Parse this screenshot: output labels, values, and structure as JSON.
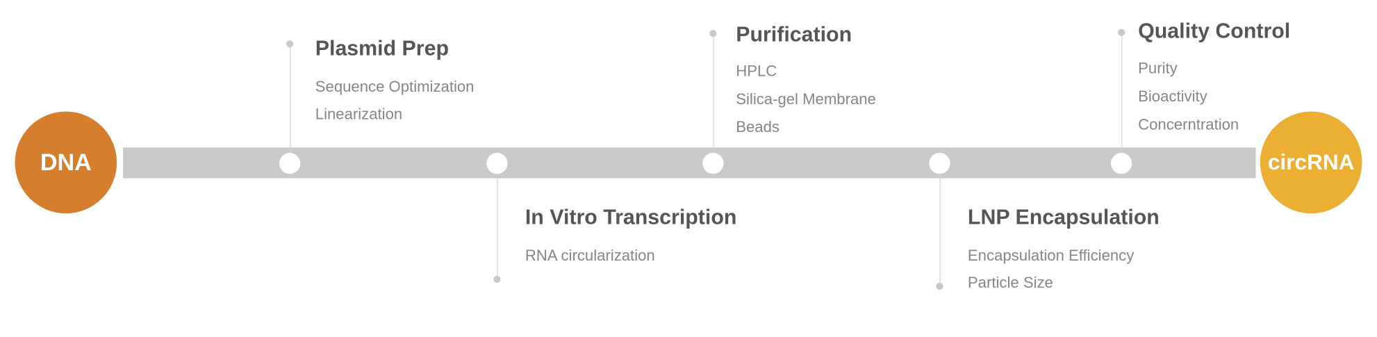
{
  "colors": {
    "start": "#D57F2E",
    "end": "#EBAF33",
    "bar": "#C8C9C8",
    "title": "#555555",
    "item": "#858585"
  },
  "start_label": "DNA",
  "end_label": "circRNA",
  "steps": [
    {
      "title": "Plasmid Prep",
      "items": [
        "Sequence Optimization",
        "Linearization"
      ]
    },
    {
      "title": "In Vitro Transcription",
      "items": [
        "RNA circularization"
      ]
    },
    {
      "title": "Purification",
      "items": [
        "HPLC",
        "Silica-gel Membrane",
        "Beads"
      ]
    },
    {
      "title": "LNP Encapsulation",
      "items": [
        "Encapsulation Efficiency",
        "Particle Size"
      ]
    },
    {
      "title": "Quality Control",
      "items": [
        "Purity",
        "Bioactivity",
        "Concerntration"
      ]
    }
  ]
}
